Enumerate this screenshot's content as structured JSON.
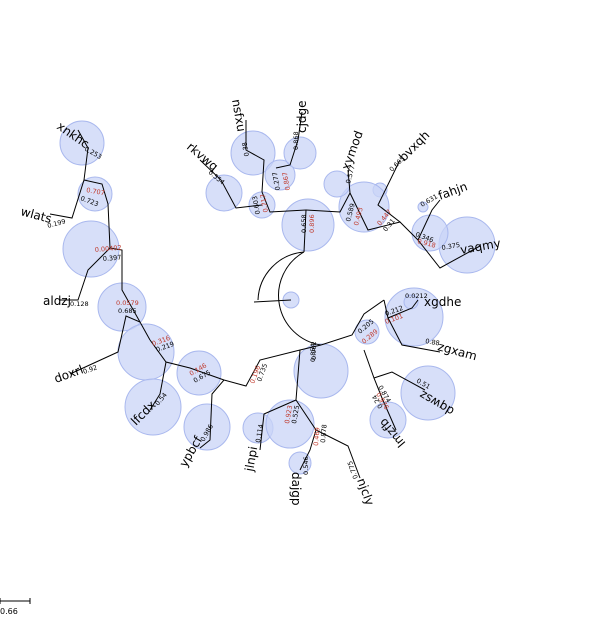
{
  "tree": {
    "leaves": [
      {
        "name": "xnkhc",
        "length": "0.253"
      },
      {
        "name": "wlats",
        "length": "0.199"
      },
      {
        "name": "aldzj",
        "length": "0.128"
      },
      {
        "name": "doxrl",
        "length": "0.92"
      },
      {
        "name": "lfcdx",
        "length": "0.54"
      },
      {
        "name": "ypbcf",
        "length": "0.986"
      },
      {
        "name": "jlnpi",
        "length": "0.114"
      },
      {
        "name": "dajgp",
        "length": "0.546"
      },
      {
        "name": "njcly",
        "length": "0.775"
      },
      {
        "name": "lmzfb",
        "length": "0.24"
      },
      {
        "name": "dqwsz",
        "length": "0.51"
      },
      {
        "name": "zgxam",
        "length": "0.88"
      },
      {
        "name": "xgdhe",
        "length": "0.0212"
      },
      {
        "name": "vaqmy",
        "length": "0.375"
      },
      {
        "name": "fahjn",
        "length": "0.631"
      },
      {
        "name": "bvxqh",
        "length": "0.665"
      },
      {
        "name": "xymod",
        "length": "0.577"
      },
      {
        "name": "cjdge",
        "length": "0.868"
      },
      {
        "name": "nsfxu",
        "length": "0.38"
      },
      {
        "name": "rkvwq",
        "length": "0.554"
      }
    ],
    "internal_lengths": [
      "0.723",
      "0.397",
      "0.685",
      "0.219",
      "0.675",
      "0.735",
      "0.525",
      "0.878",
      "0.854",
      "0.962",
      "0.205",
      "0.874",
      "0.212",
      "0.346",
      "0.31",
      "0.589",
      "0.603",
      "0.277",
      "0.658"
    ],
    "support_values": [
      "0.707",
      "0.00402",
      "0.0579",
      "0.316",
      "0.146",
      "0.196",
      "0.923",
      "0.469",
      "0.289",
      "0.101",
      "0.976",
      "0.918",
      "0.447",
      "0.493",
      "0.717",
      "0.867",
      "0.896"
    ],
    "scale_bar_label": "0.66"
  }
}
